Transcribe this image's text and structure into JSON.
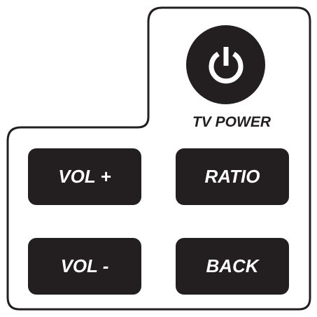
{
  "remote": {
    "power": {
      "label": "TV POWER",
      "icon": "power-icon"
    },
    "buttons": {
      "vol_up": "VOL +",
      "ratio": "RATIO",
      "vol_down": "VOL -",
      "back": "BACK"
    }
  },
  "colors": {
    "button_fill": "#231f20",
    "button_text": "#ffffff",
    "outline": "#231f20",
    "background": "#ffffff"
  }
}
